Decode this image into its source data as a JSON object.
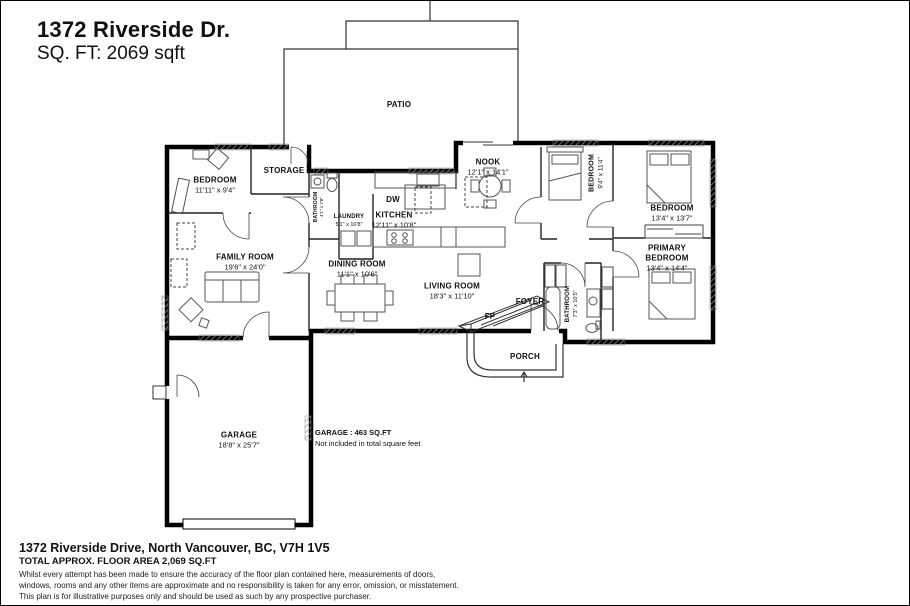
{
  "header": {
    "title": "1372 Riverside Dr.",
    "sqft_line": "SQ. FT: 2069 sqft"
  },
  "rooms": {
    "patio": {
      "label": "PATIO"
    },
    "bedroom_left": {
      "label": "BEDROOM",
      "dims": "11'11\" x 9'4\""
    },
    "storage": {
      "label": "STORAGE"
    },
    "bathroom_small": {
      "label": "BATHROOM",
      "dims": "4'1\" x 7'8\""
    },
    "laundry": {
      "label": "LAUNDRY",
      "dims": "5'1\" x 10'8\""
    },
    "kitchen": {
      "label": "KITCHEN",
      "dims": "12'11\" x 10'8\""
    },
    "dw": {
      "label": "DW"
    },
    "nook": {
      "label": "NOOK",
      "dims": "12'1\" x 14'1\""
    },
    "bedroom_mid": {
      "label": "BEDROOM",
      "dims": "9'4\" x 11'4\""
    },
    "bedroom_right": {
      "label": "BEDROOM",
      "dims": "13'4\" x 13'7\""
    },
    "primary": {
      "label": "PRIMARY BEDROOM",
      "dims": "13'4\" x 14'4\""
    },
    "dining": {
      "label": "DINING ROOM",
      "dims": "11'1\" x 10'6\""
    },
    "living": {
      "label": "LIVING ROOM",
      "dims": "18'3\" x 11'10\""
    },
    "family": {
      "label": "FAMILY ROOM",
      "dims": "19'6\" x 24'0\""
    },
    "foyer": {
      "label": "FOYER"
    },
    "fireplace": {
      "label": "FP"
    },
    "bathroom_main": {
      "label": "BATHROOM",
      "dims": "7'3\" x 10'5\""
    },
    "porch": {
      "label": "PORCH"
    },
    "garage": {
      "label": "GARAGE",
      "dims": "18'8\" x 25'7\""
    }
  },
  "notes": {
    "garage_line1": "GARAGE : 463 SQ.FT",
    "garage_line2": "Not included in total square feet"
  },
  "footer": {
    "address": "1372 Riverside Drive, North Vancouver, BC, V7H 1V5",
    "area": "TOTAL APPROX. FLOOR AREA 2,069 SQ.FT",
    "disclaimer1": "Whilst every attempt has been made to ensure the accuracy of the floor plan contained here, measurements of doors,",
    "disclaimer2": "windows, rooms and any other items are approximate and no responsibility is taken for any error, omission, or misstatement.",
    "disclaimer3": "This plan is for illustrative purposes only and should be used as such by any prospective purchaser."
  },
  "colors": {
    "wall": "#000000",
    "thin_line": "#222222",
    "furniture": "#555555",
    "window_hatch": "#999999"
  }
}
